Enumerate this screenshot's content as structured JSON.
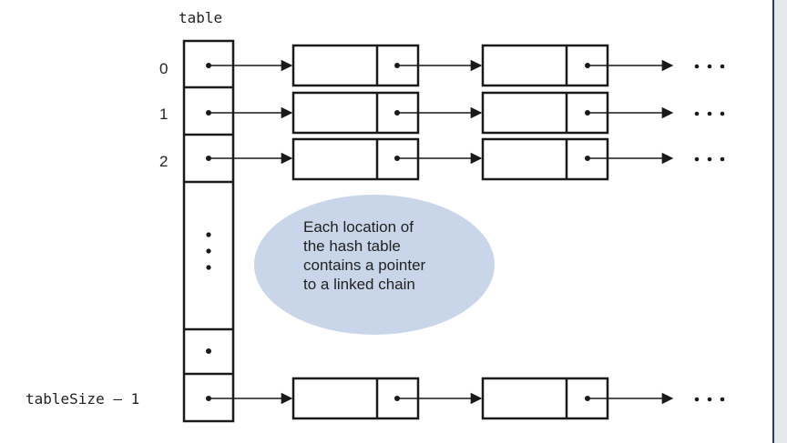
{
  "title": "table",
  "row_labels": {
    "r0": "0",
    "r1": "1",
    "r2": "2",
    "last": "tableSize – 1"
  },
  "continuation": "• • •",
  "vertical_ellipsis": "⋮",
  "callout": {
    "lines": [
      "Each location of",
      "the hash table",
      "contains a pointer",
      "to a linked chain"
    ]
  },
  "colors": {
    "stroke": "#1a1a1a",
    "callout_fill": "#c9d6ea"
  }
}
